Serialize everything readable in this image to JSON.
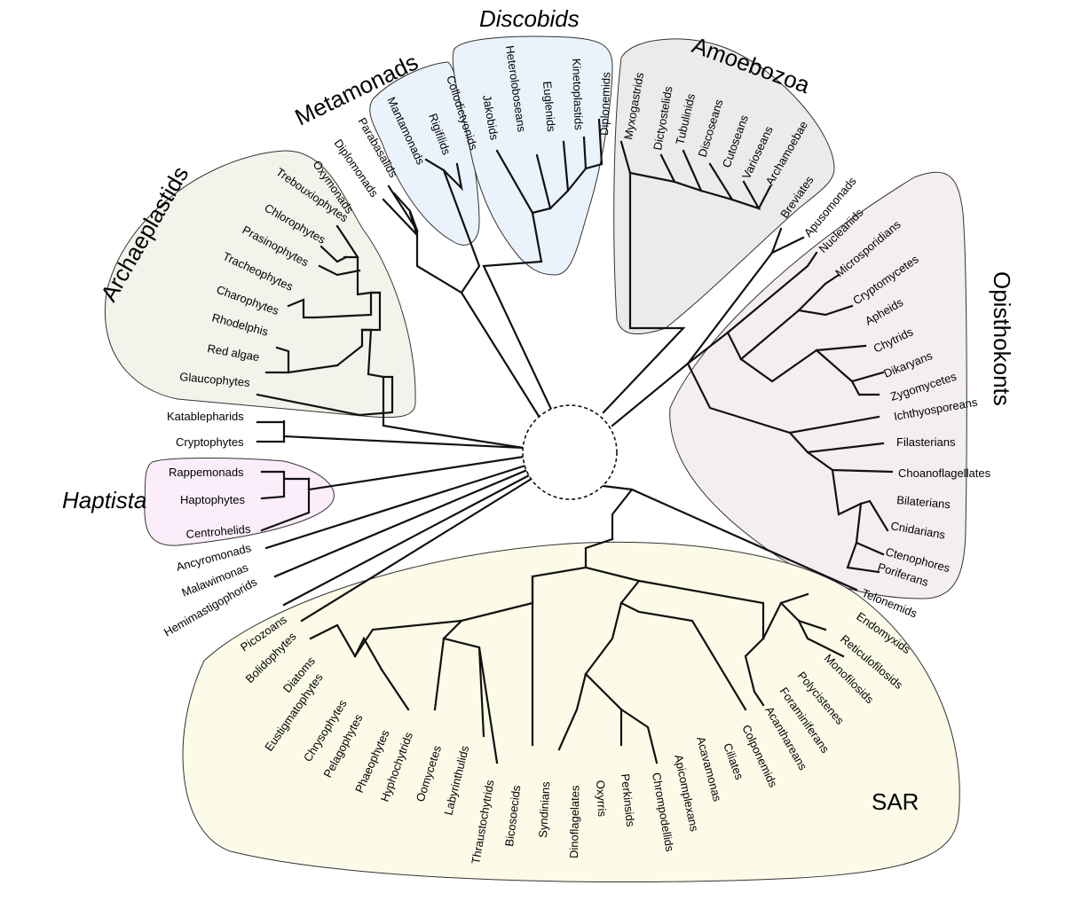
{
  "groups": {
    "discobids": "Discobids",
    "metamonads": "Metamonads",
    "amoebozoa": "Amoebozoa",
    "archaeplastids": "Archaeplastids",
    "opisthokonts": "Opisthokonts",
    "haptista": "Haptista",
    "sar": "SAR"
  },
  "taxa": {
    "diplomonads": "Diplomonads",
    "oxymonads": "Oxymonads",
    "parabasalids": "Parabasalids",
    "mantamonads": "Mantamonads",
    "rigifilids": "Rigifilids",
    "collodictyonids": "Collodictyonids",
    "jakobids": "Jakobids",
    "heteroloboseans": "Heteroloboseans",
    "euglenids": "Euglenids",
    "kinetoplastids": "Kinetoplastids",
    "diplonemids": "Diplonemids",
    "myxogastrids": "Myxogastrids",
    "dictyostelids": "Dictyostelids",
    "tubulinids": "Tubulinids",
    "discoseans": "Discoseans",
    "cutoseans": "Cutoseans",
    "varioseans": "Varioseans",
    "archamoebae": "Archamoebae",
    "breviates": "Breviates",
    "apusomonads": "Apusomonads",
    "nucleariids": "Nucleariids",
    "microsporidians": "Microsporidians",
    "cryptomycetes": "Cryptomycetes",
    "apheids": "Apheids",
    "chytrids": "Chytrids",
    "dikaryans": "Dikaryans",
    "zygomycetes": "Zygomycetes",
    "ichthyosporeans": "Ichthyosporeans",
    "filasterians": "Filasterians",
    "choanoflagellates": "Choanoflagellates",
    "bilaterians": "Bilaterians",
    "cnidarians": "Cnidarians",
    "ctenophores": "Ctenophores",
    "poriferans": "Poriferans",
    "telonemids": "Telonemids",
    "trebouxiophytes": "Trebouxiophytes",
    "chlorophytes": "Chlorophytes",
    "prasinophytes": "Prasinophytes",
    "tracheophytes": "Tracheophytes",
    "charophytes": "Charophytes",
    "rhodelphis": "Rhodelphis",
    "red_algae": "Red algae",
    "glaucophytes": "Glaucophytes",
    "katablepharids": "Katablepharids",
    "cryptophytes": "Cryptophytes",
    "rappemonads": "Rappemonads",
    "haptophytes": "Haptophytes",
    "centrohelids": "Centrohelids",
    "ancyromonads": "Ancyromonads",
    "malawimonas": "Malawimonas",
    "hemimastigophorids": "Hemimastigophorids",
    "picozoans": "Picozoans",
    "bolidophytes": "Bolidophytes",
    "diatoms": "Diatoms",
    "eustigmatophytes": "Eustigmatophytes",
    "chrysophytes": "Chrysophytes",
    "pelagophytes": "Pelagophytes",
    "phaeophytes": "Phaeophytes",
    "hyphochytrids": "Hyphochytrids",
    "oomycetes": "Oomycetes",
    "labyrinthulids": "Labyrinthulids",
    "thraustochytrids": "Thraustochytrids",
    "bicosoecids": "Bicosoecids",
    "syndinians": "Syndinians",
    "dinoflagelates": "Dinoflagelates",
    "oxyrris": "Oxyrris",
    "perkinsids": "Perkinsids",
    "chrompodellids": "Chrompodellids",
    "apicomplexans": "Apicomplexans",
    "acavamonas": "Acavamonas",
    "ciliates": "Ciliates",
    "colponemids": "Colponemids",
    "acanthareans": "Acanthareans",
    "foraminiferans": "Foraminiferans",
    "polycistenes": "Polycistenes",
    "monofilosids": "Monofilosids",
    "reticulofilosids": "Reticulofilosids",
    "endomyxids": "Endomyxids"
  },
  "colors": {
    "discobids": "#eaf3fb",
    "metamonads": "#eaf3fb",
    "amoebozoa": "#ebebeb",
    "archaeplastids": "#f2f3ea",
    "opisthokonts": "#f5eef0",
    "haptista": "#fbeefa",
    "haptista_border": "#e6a0c0",
    "sar": "#fbfbe8"
  }
}
